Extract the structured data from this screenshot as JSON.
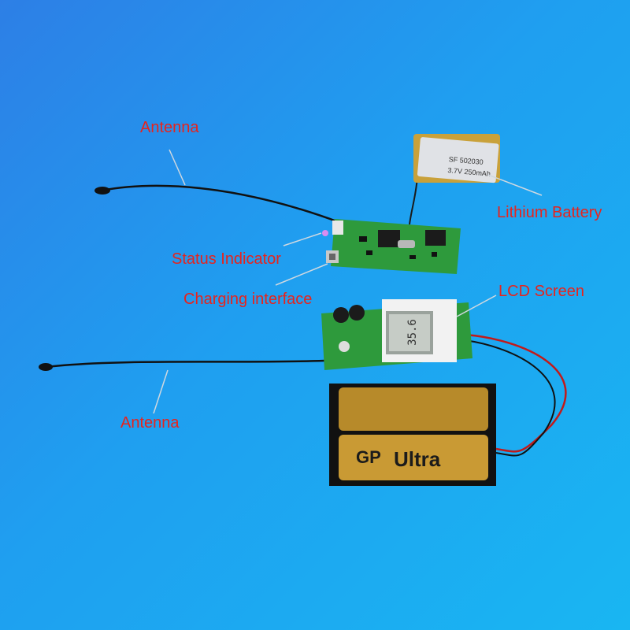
{
  "labels": {
    "antenna_top": "Antenna",
    "lithium_battery": "Lithium Battery",
    "status_indicator": "Status Indicator",
    "charging_interface": "Charging interface",
    "lcd_screen": "LCD Screen",
    "antenna_bottom": "Antenna"
  },
  "battery_print": {
    "line1": "SF   502030",
    "line2": "3.7V 250mAh"
  },
  "aa_battery_print": {
    "brand": "GP",
    "model": "Ultra"
  },
  "lcd_reading": "35.6",
  "colors": {
    "label_text": "#e8231c",
    "pcb": "#2e9a3c",
    "callout_line": "#cfd8e0"
  }
}
